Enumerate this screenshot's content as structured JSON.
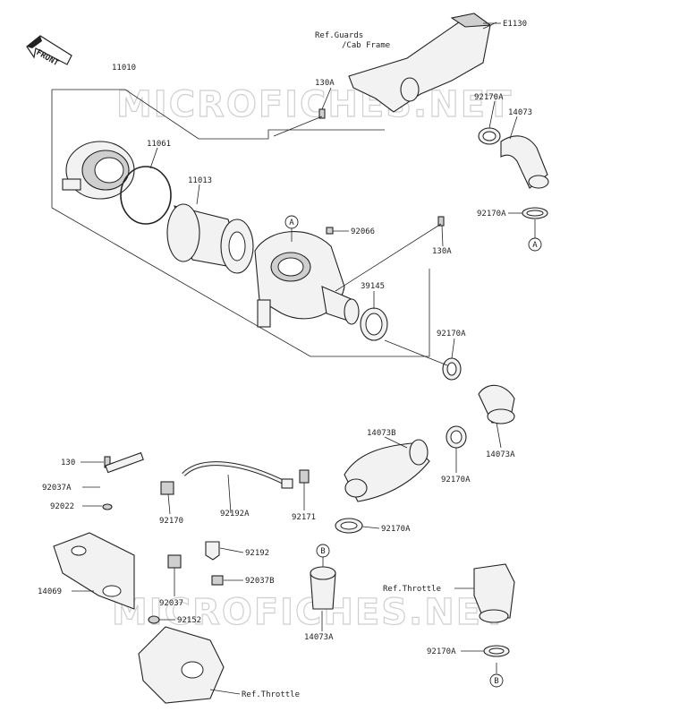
{
  "direction_label": "FRONT",
  "watermark": "MICROFICHES.NET",
  "reference_labels": {
    "guards": [
      "Ref.Guards",
      "/Cab Frame"
    ],
    "throttle_right": "Ref.Throttle",
    "throttle_bottom": "Ref.Throttle"
  },
  "connector_markers": [
    "A",
    "A",
    "B",
    "B"
  ],
  "part_numbers": {
    "e1130": "E1130",
    "p11010": "11010",
    "p130a_top": "130A",
    "p92170a_1": "92170A",
    "p14073": "14073",
    "p11061": "11061",
    "p11013": "11013",
    "p92066": "92066",
    "p130a_right": "130A",
    "p92170a_2": "92170A",
    "p39145": "39145",
    "p92170a_3": "92170A",
    "p14073a_1": "14073A",
    "p14073b": "14073B",
    "p92170a_4": "92170A",
    "p130": "130",
    "p92037a": "92037A",
    "p92022": "92022",
    "p92170": "92170",
    "p92192a": "92192A",
    "p92171": "92171",
    "p92170a_5": "92170A",
    "p92192": "92192",
    "p92037b": "92037B",
    "p14069": "14069",
    "p92037": "92037",
    "p92152": "92152",
    "p14073a_2": "14073A",
    "p92170a_6": "92170A"
  }
}
